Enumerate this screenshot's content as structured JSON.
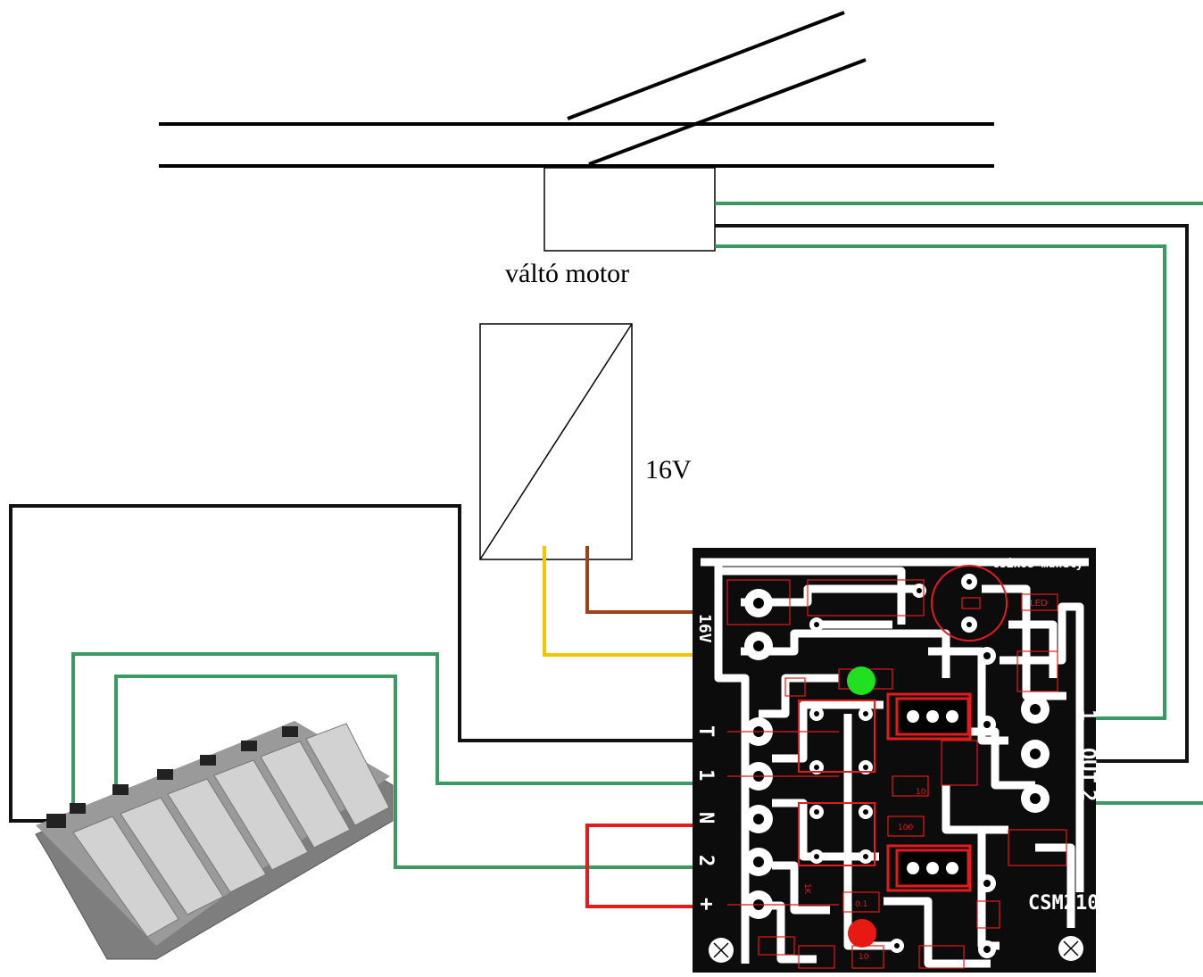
{
  "labels": {
    "motor": "váltó motor",
    "voltage": "16V"
  },
  "pcb": {
    "brand": "csikos-muhely",
    "model": "CSM210",
    "out_label": "OUT",
    "pin_labels": [
      "T",
      "1",
      "N",
      "2",
      "+"
    ],
    "out_pins": [
      "1",
      "2"
    ],
    "power_label": "16V",
    "small_parts": [
      "LED",
      "1K",
      "10",
      "100",
      "0.1",
      "10"
    ]
  },
  "colors": {
    "wire_green": "#3a9a63",
    "wire_black": "#111111",
    "wire_red": "#e41b1b",
    "wire_yellow": "#f5c400",
    "wire_brown": "#a0421a",
    "led_green": "#22e020",
    "led_red": "#e61a12"
  },
  "icons": [
    "turnout-track",
    "switch-motor-box",
    "transformer-symbol",
    "pushbutton-panel",
    "circuit-board"
  ]
}
